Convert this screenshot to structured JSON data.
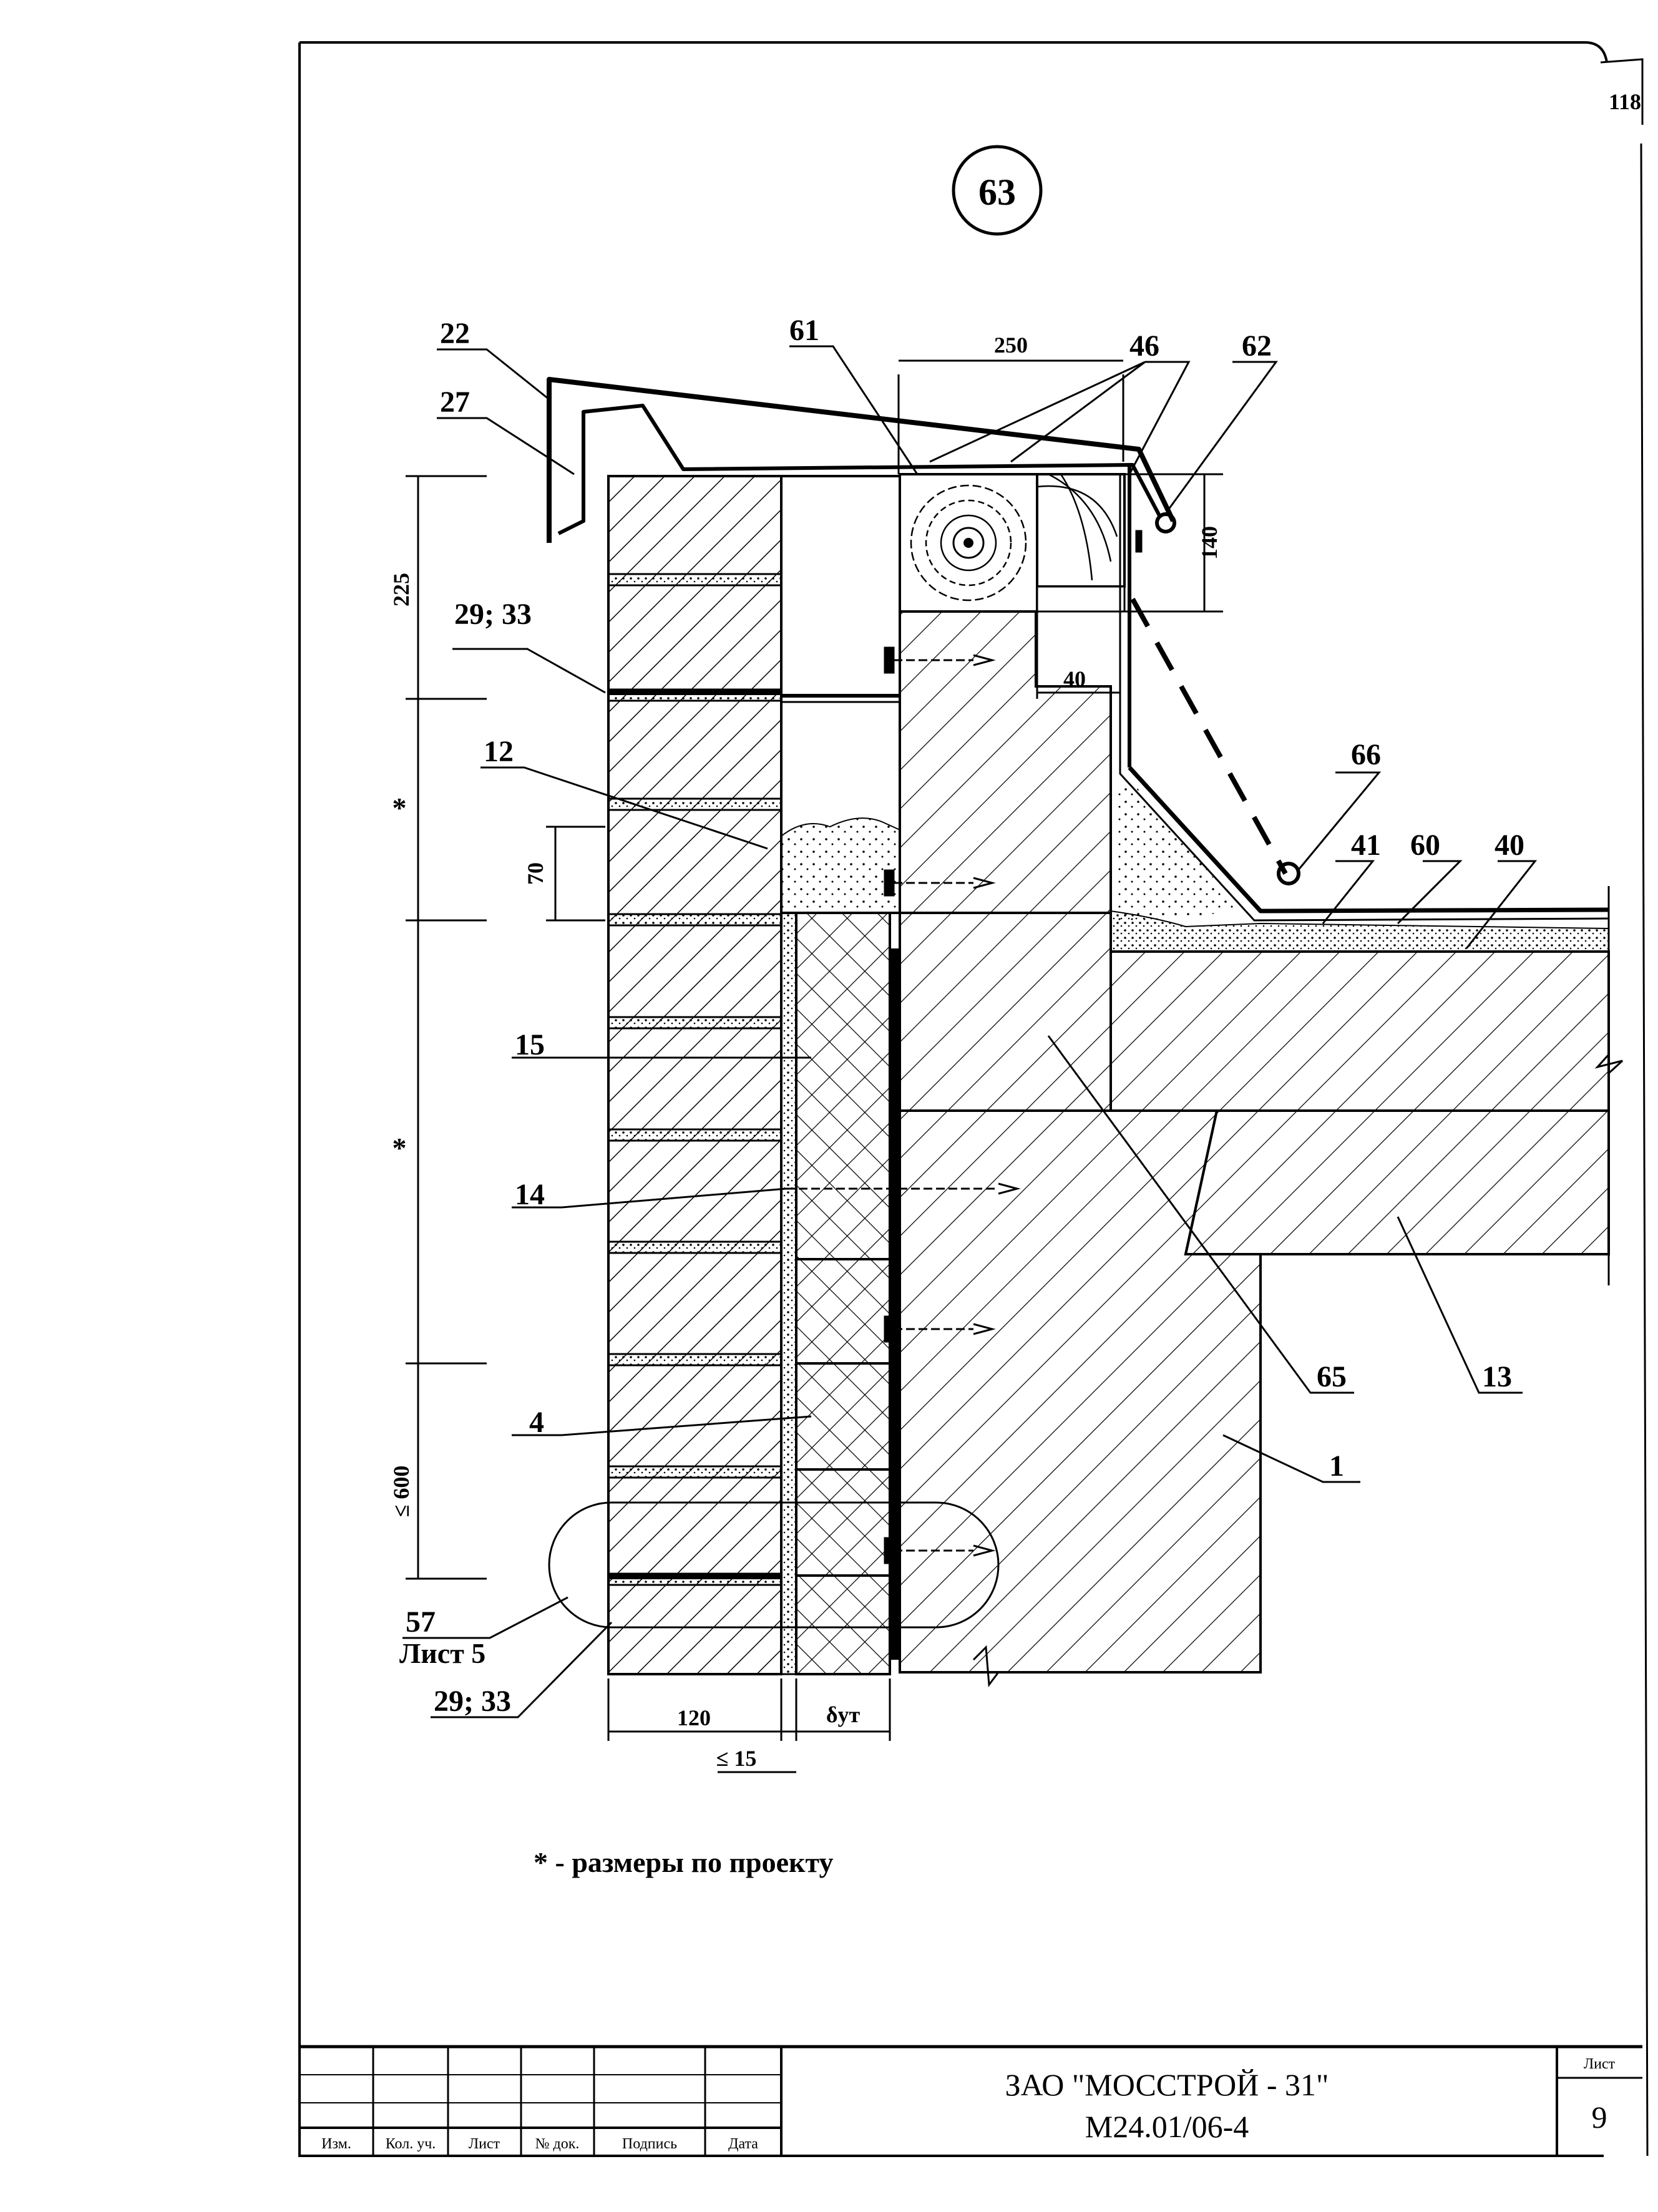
{
  "sheet_corner_number": "118",
  "detail_number": "63",
  "labels": {
    "l22": "22",
    "l27": "27",
    "l61": "61",
    "l46": "46",
    "l62": "62",
    "l2933a": "29; 33",
    "l12": "12",
    "l66": "66",
    "l41": "41",
    "l60": "60",
    "l40": "40",
    "l15": "15",
    "l14": "14",
    "l4": "4",
    "l65": "65",
    "l13": "13",
    "l1": "1",
    "l57": "57",
    "l57sheet": "Лист 5",
    "l2933b": "29; 33"
  },
  "dimensions": {
    "d250": "250",
    "d140": "140",
    "d40": "40",
    "d225": "225",
    "d70": "70",
    "star1": "*",
    "star2": "*",
    "d600": "≤ 600",
    "d120": "120",
    "d_insul": "δут",
    "d15": "≤ 15"
  },
  "footnote": "* - размеры по проекту",
  "title_block": {
    "headers": [
      "Изм.",
      "Кол. уч.",
      "Лист",
      "№ док.",
      "Подпись",
      "Дата"
    ],
    "company": "ЗАО \"МОССТРОЙ - 31\"",
    "doc_code": "М24.01/06-4",
    "sheet_label": "Лист",
    "sheet_number": "9"
  }
}
